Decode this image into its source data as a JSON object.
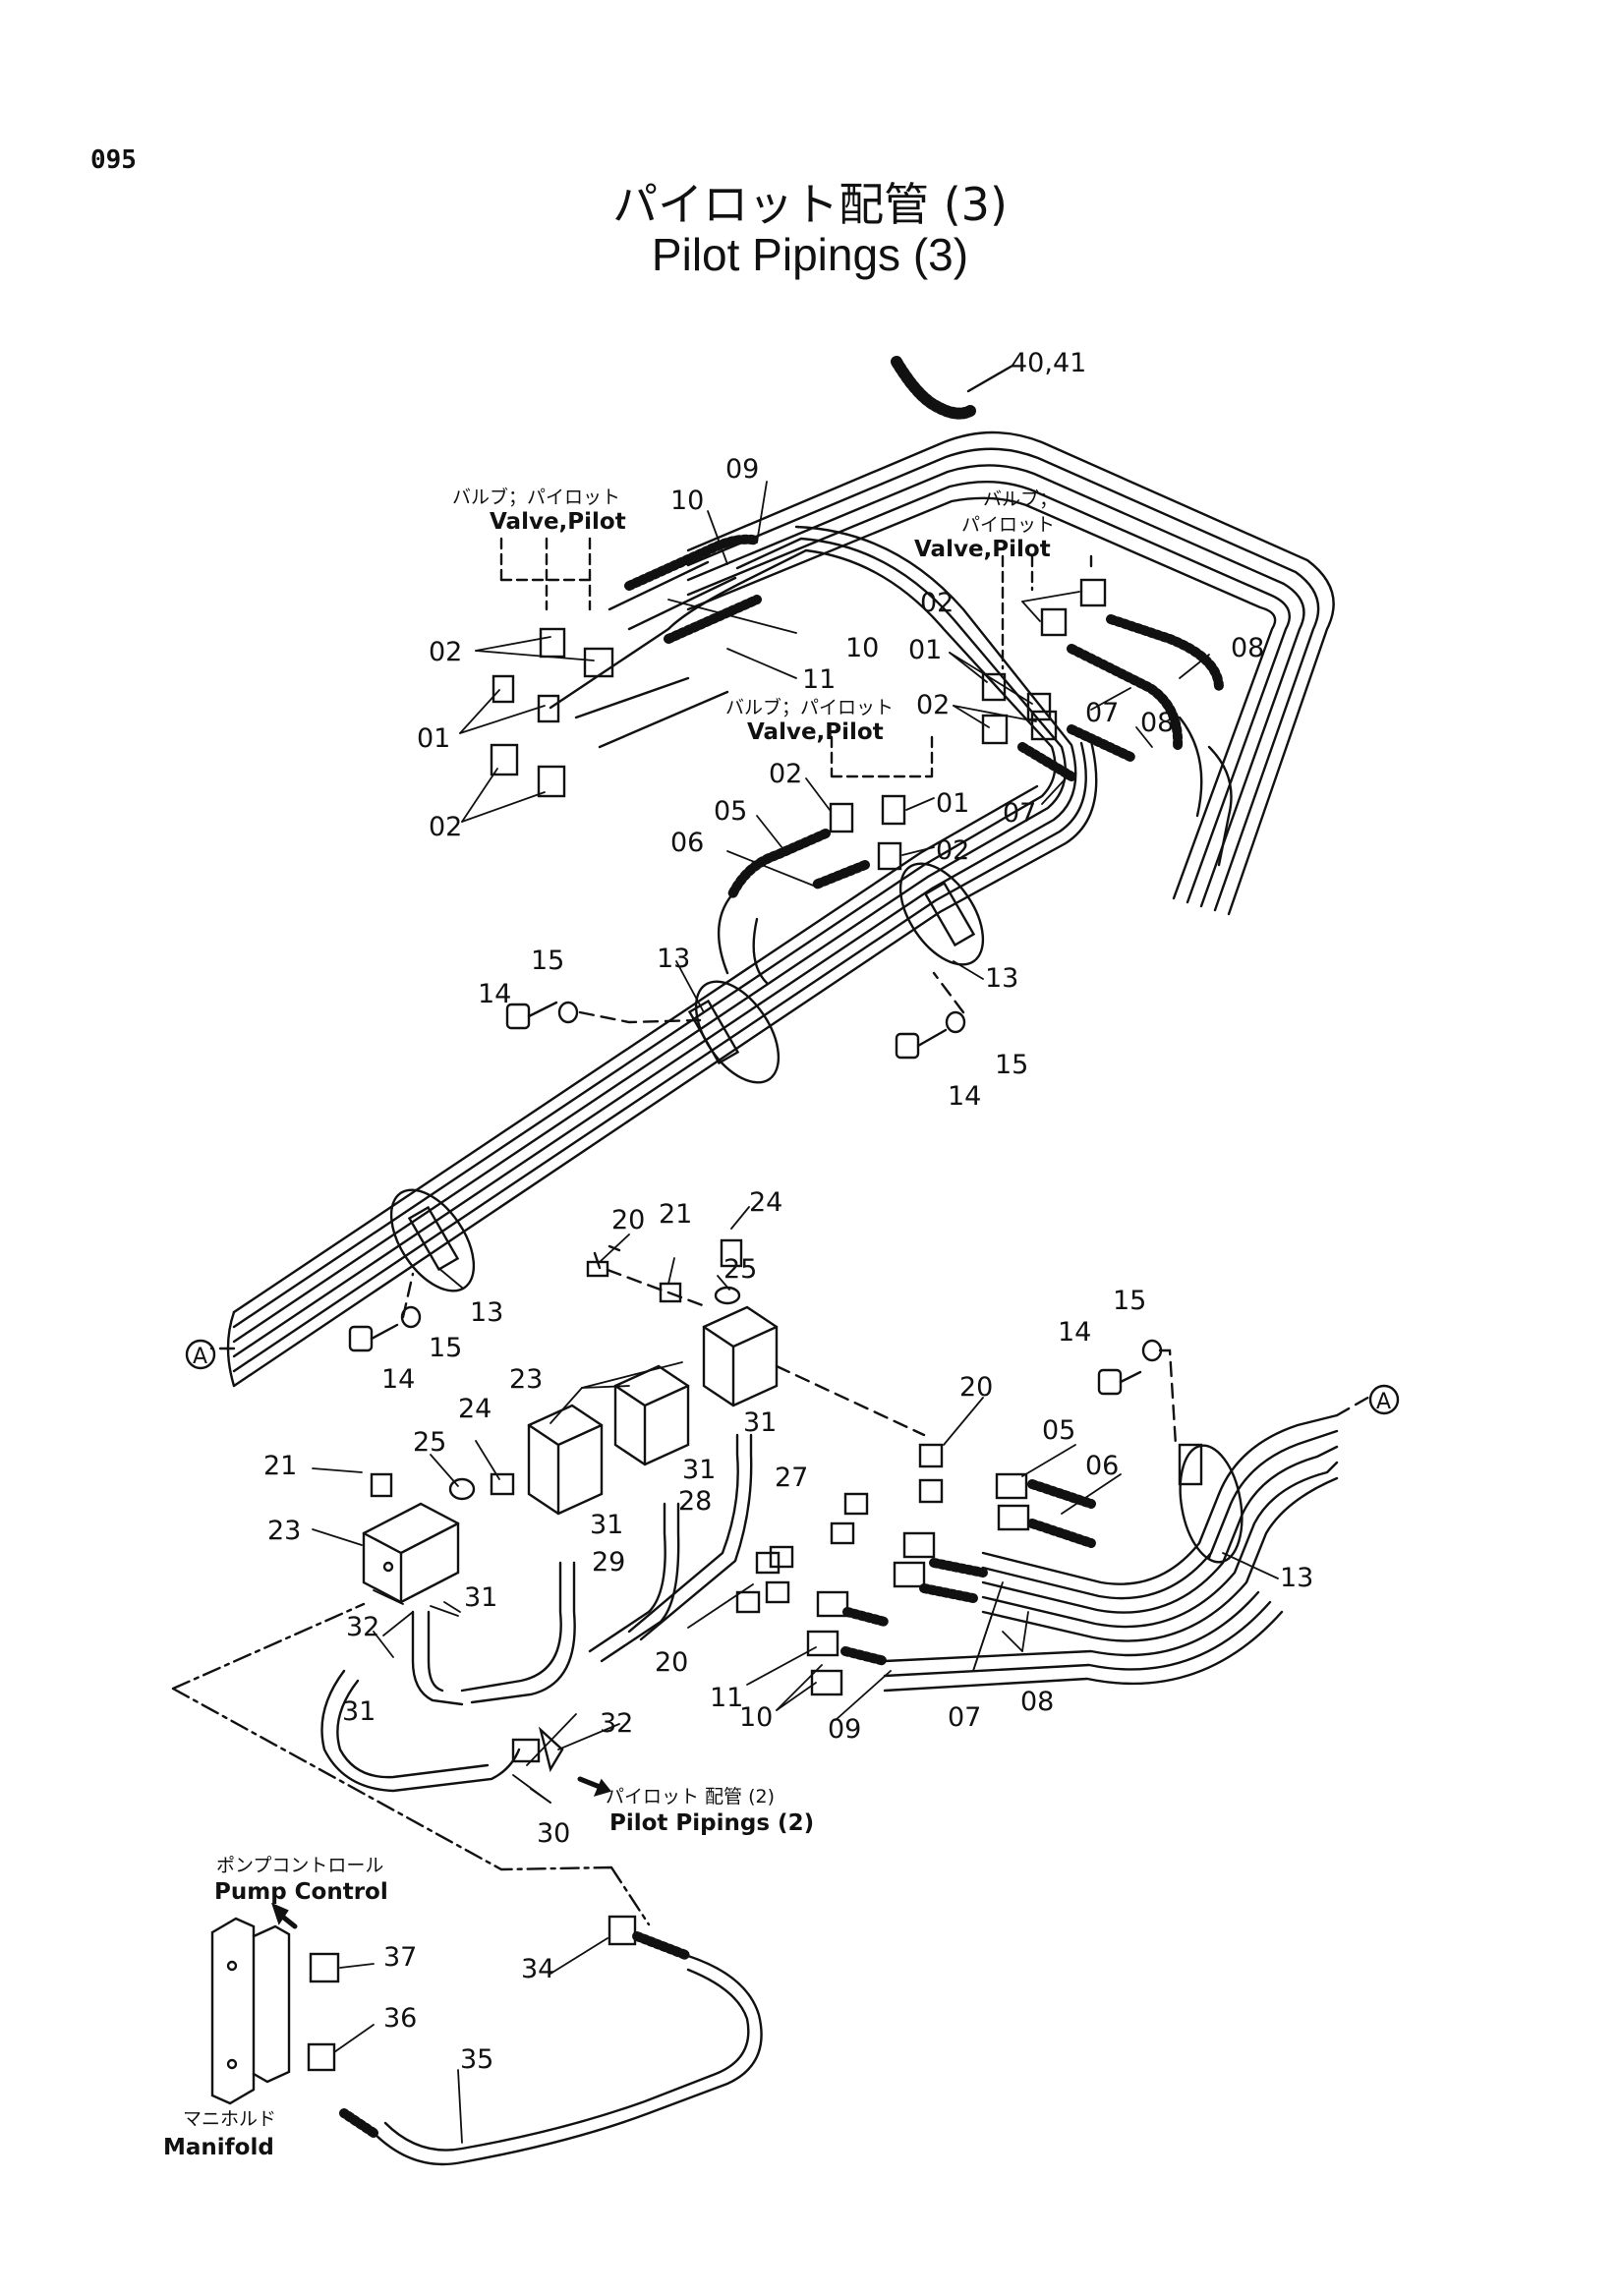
{
  "page_number": "095",
  "title": {
    "japanese": "パイロット配管 (3)",
    "english": "Pilot Pipings (3)"
  },
  "valves": [
    {
      "japanese": "バルブ；パイロット",
      "english": "Valve,Pilot"
    },
    {
      "japanese": "バルブ；パイロット",
      "english": "Valve,Pilot"
    },
    {
      "japanese": "バルブ；",
      "japanese2": "パイロット",
      "english": "Valve,Pilot"
    }
  ],
  "references": {
    "pilot_pipings_2": {
      "japanese": "パイロット 配管 (2)",
      "english": "Pilot Pipings (2)"
    },
    "pump_control": {
      "japanese": "ポンプコントロール",
      "english": "Pump Control"
    },
    "manifold": {
      "japanese": "マニホルド",
      "english": "Manifold"
    }
  },
  "connector_marks": [
    "A",
    "A"
  ],
  "part_labels": [
    "40,41",
    "09",
    "10",
    "10",
    "11",
    "02",
    "01",
    "02",
    "02",
    "01",
    "02",
    "08",
    "07",
    "08",
    "07",
    "02",
    "01",
    "02",
    "05",
    "06",
    "13",
    "13",
    "15",
    "14",
    "15",
    "14",
    "13",
    "15",
    "14",
    "20",
    "21",
    "24",
    "25",
    "23",
    "24",
    "25",
    "21",
    "23",
    "31",
    "31",
    "27",
    "28",
    "31",
    "29",
    "31",
    "32",
    "31",
    "30",
    "32",
    "20",
    "05",
    "06",
    "13",
    "20",
    "11",
    "10",
    "09",
    "07",
    "08",
    "14",
    "15",
    "37",
    "34",
    "36",
    "35"
  ]
}
